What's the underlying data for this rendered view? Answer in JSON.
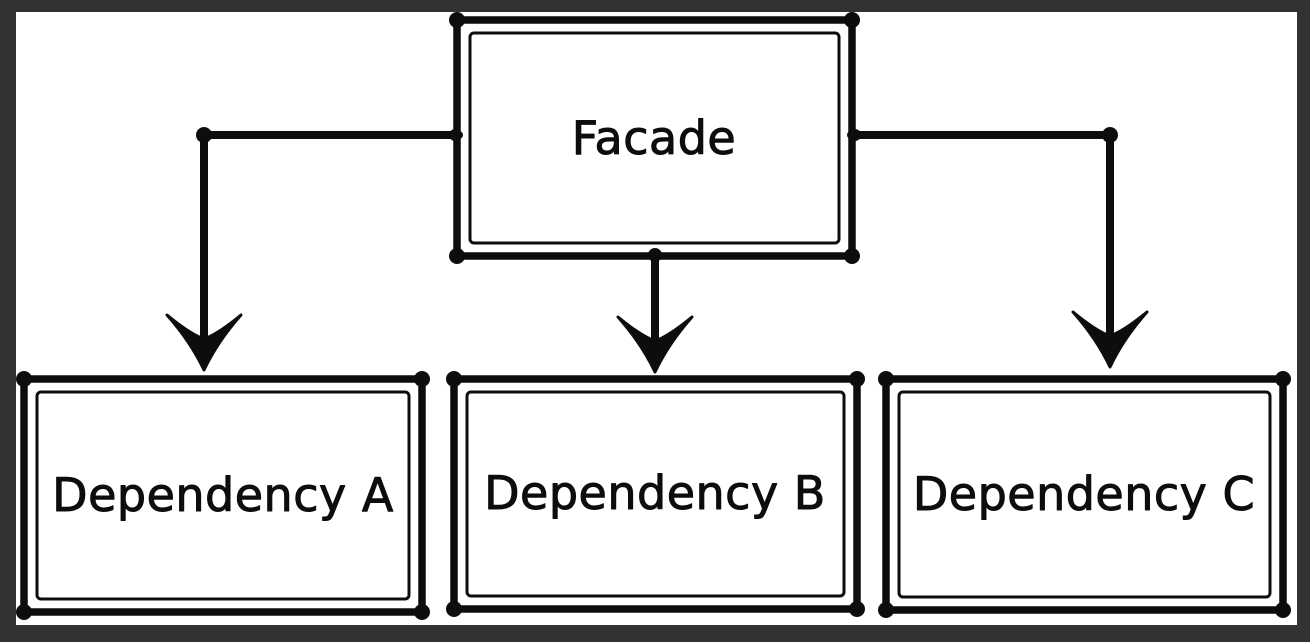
{
  "diagram": {
    "colors": {
      "frame": "#323232",
      "canvas": "#ffffff",
      "ink": "#0d0d0d"
    },
    "nodes": {
      "facade": {
        "label": "Facade"
      },
      "dependency_a": {
        "label": "Dependency A"
      },
      "dependency_b": {
        "label": "Dependency B"
      },
      "dependency_c": {
        "label": "Dependency C"
      }
    },
    "edges": [
      {
        "from": "facade",
        "to": "dependency_a",
        "route": "elbow-left",
        "arrow": "down"
      },
      {
        "from": "facade",
        "to": "dependency_b",
        "route": "straight",
        "arrow": "down"
      },
      {
        "from": "facade",
        "to": "dependency_c",
        "route": "elbow-right",
        "arrow": "down"
      }
    ]
  }
}
